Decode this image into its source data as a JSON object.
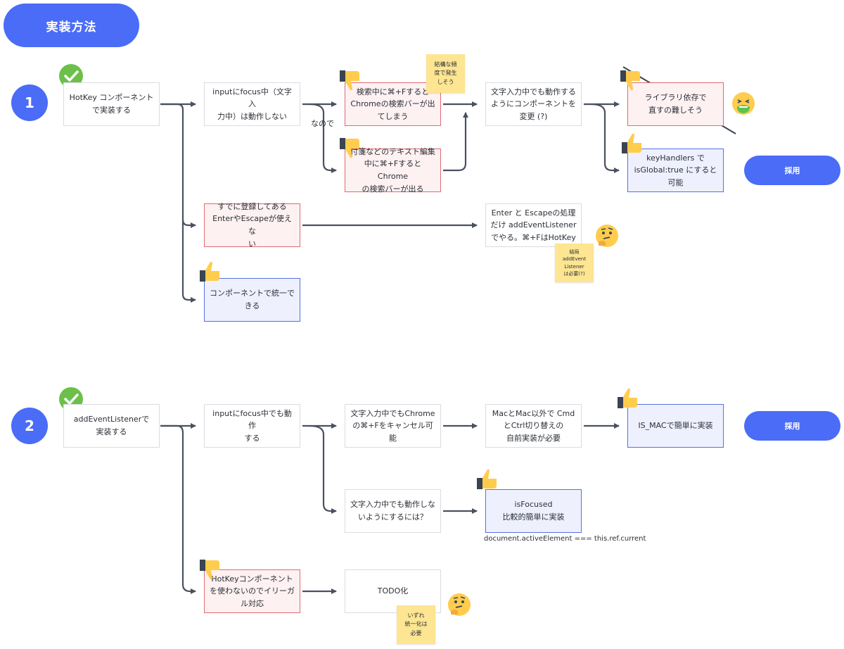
{
  "header": {
    "title": "実装方法"
  },
  "section1": {
    "number": "1",
    "root": "HotKey コンポーネント\nで実装する",
    "input_focus": "inputにfocus中（文字入\n力中）は動作しない",
    "connector_label": "なので",
    "search_bar": "検索中に⌘+Fすると\nChromeの検索バーが出\nてしまう",
    "sticky_frequent": "結構な頻\n度で発生\nしそう",
    "sticky_text_edit": "付箋などのテキスト編集\n中に⌘+FするとChrome\nの検索バーが出る",
    "works_during_input": "文字入力中でも動作する\nようにコンポーネントを\n変更 (?)",
    "library_dependency": "ライブラリ依存で\n直すの難しそう",
    "key_handlers": "keyHandlers で\nisGlobal:true にすると\n可能",
    "adopt_button": "採用",
    "registered": "すでに登録してある\nEnterやEscapeが使えな\nい",
    "enter_escape": "Enter と Escapeの処理\nだけ addEventListener\nでやる。⌘+FはHotKey",
    "sticky_after_all": "結局\naddEvent\nListener\nは必要(?)",
    "unified": "コンポーネントで統一で\nきる"
  },
  "section2": {
    "number": "2",
    "root": "addEventListenerで\n実装する",
    "input_focus": "inputにfocus中でも動作\nする",
    "cancel": "文字入力中でもChrome\nの⌘+Fをキャンセル可\n能",
    "mac": "MacとMac以外で Cmd\nとCtrl切り替えの\n自前実装が必要",
    "is_mac": "IS_MACで簡単に実装",
    "adopt_button": "採用",
    "not_during_input": "文字入力中でも動作しな\nいようにするには？",
    "is_focused": "isFocused\n比較的簡単に実装",
    "code_note": "document.activeElement === this.ref.current",
    "hotkey_not_used": "HotKeyコンポーネント\nを使わないのでイリーガ\nル対応",
    "todo": "TODO化",
    "sticky_someday": "いずれ\n統一化は\n必要"
  },
  "colors": {
    "accent": "#4a6cf7",
    "bad_fill": "#fdf1f2",
    "bad_border": "#e06a72",
    "good_fill": "#eef1fd",
    "good_border": "#5470e6",
    "arrow": "#4a5060",
    "sticky": "#fde591",
    "check": "#6cc04a"
  },
  "icons": {
    "check": "check-circle-icon",
    "thumbs_up": "thumbs-up-icon",
    "thumbs_down": "thumbs-down-icon",
    "thinking": "thinking-face-icon",
    "sick": "nauseated-face-icon"
  }
}
